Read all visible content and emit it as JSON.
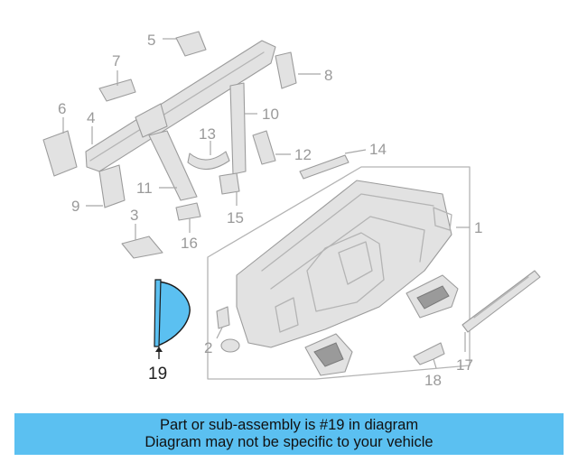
{
  "callouts": {
    "c1": "1",
    "c2": "2",
    "c3": "3",
    "c4": "4",
    "c5": "5",
    "c6": "6",
    "c7": "7",
    "c8": "8",
    "c9": "9",
    "c10": "10",
    "c11": "11",
    "c12": "12",
    "c13": "13",
    "c14": "14",
    "c15": "15",
    "c16": "16",
    "c17": "17",
    "c18": "18",
    "c19": "19"
  },
  "highlight": {
    "part_number": "19",
    "color": "#5bc0f1"
  },
  "banner": {
    "line1": "Part or sub-assembly is #19 in diagram",
    "line2": "Diagram may not be specific to your vehicle"
  }
}
